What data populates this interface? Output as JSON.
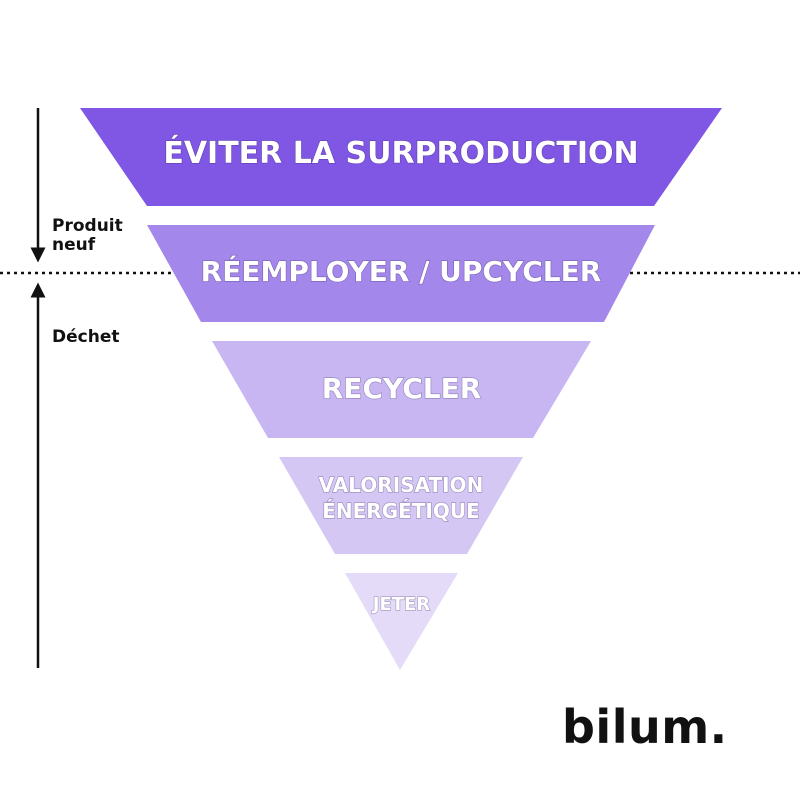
{
  "pyramid": {
    "tiers": [
      {
        "label_lines": [
          "ÉVITER LA SURPRODUCTION"
        ],
        "color": "#7f57e4"
      },
      {
        "label_lines": [
          "RÉEMPLOYER / UPCYCLER"
        ],
        "color": "#a487ea"
      },
      {
        "label_lines": [
          "RECYCLER"
        ],
        "color": "#c7b6f2"
      },
      {
        "label_lines": [
          "VALORISATION",
          "ÉNERGÉTIQUE"
        ],
        "color": "#d4c7f4"
      },
      {
        "label_lines": [
          "JETER"
        ],
        "color": "#e3dbf8"
      }
    ]
  },
  "side": {
    "new_product_lines": [
      "Produit",
      "neuf"
    ],
    "waste_label": "Déchet"
  },
  "brand": {
    "name": "bilum."
  }
}
